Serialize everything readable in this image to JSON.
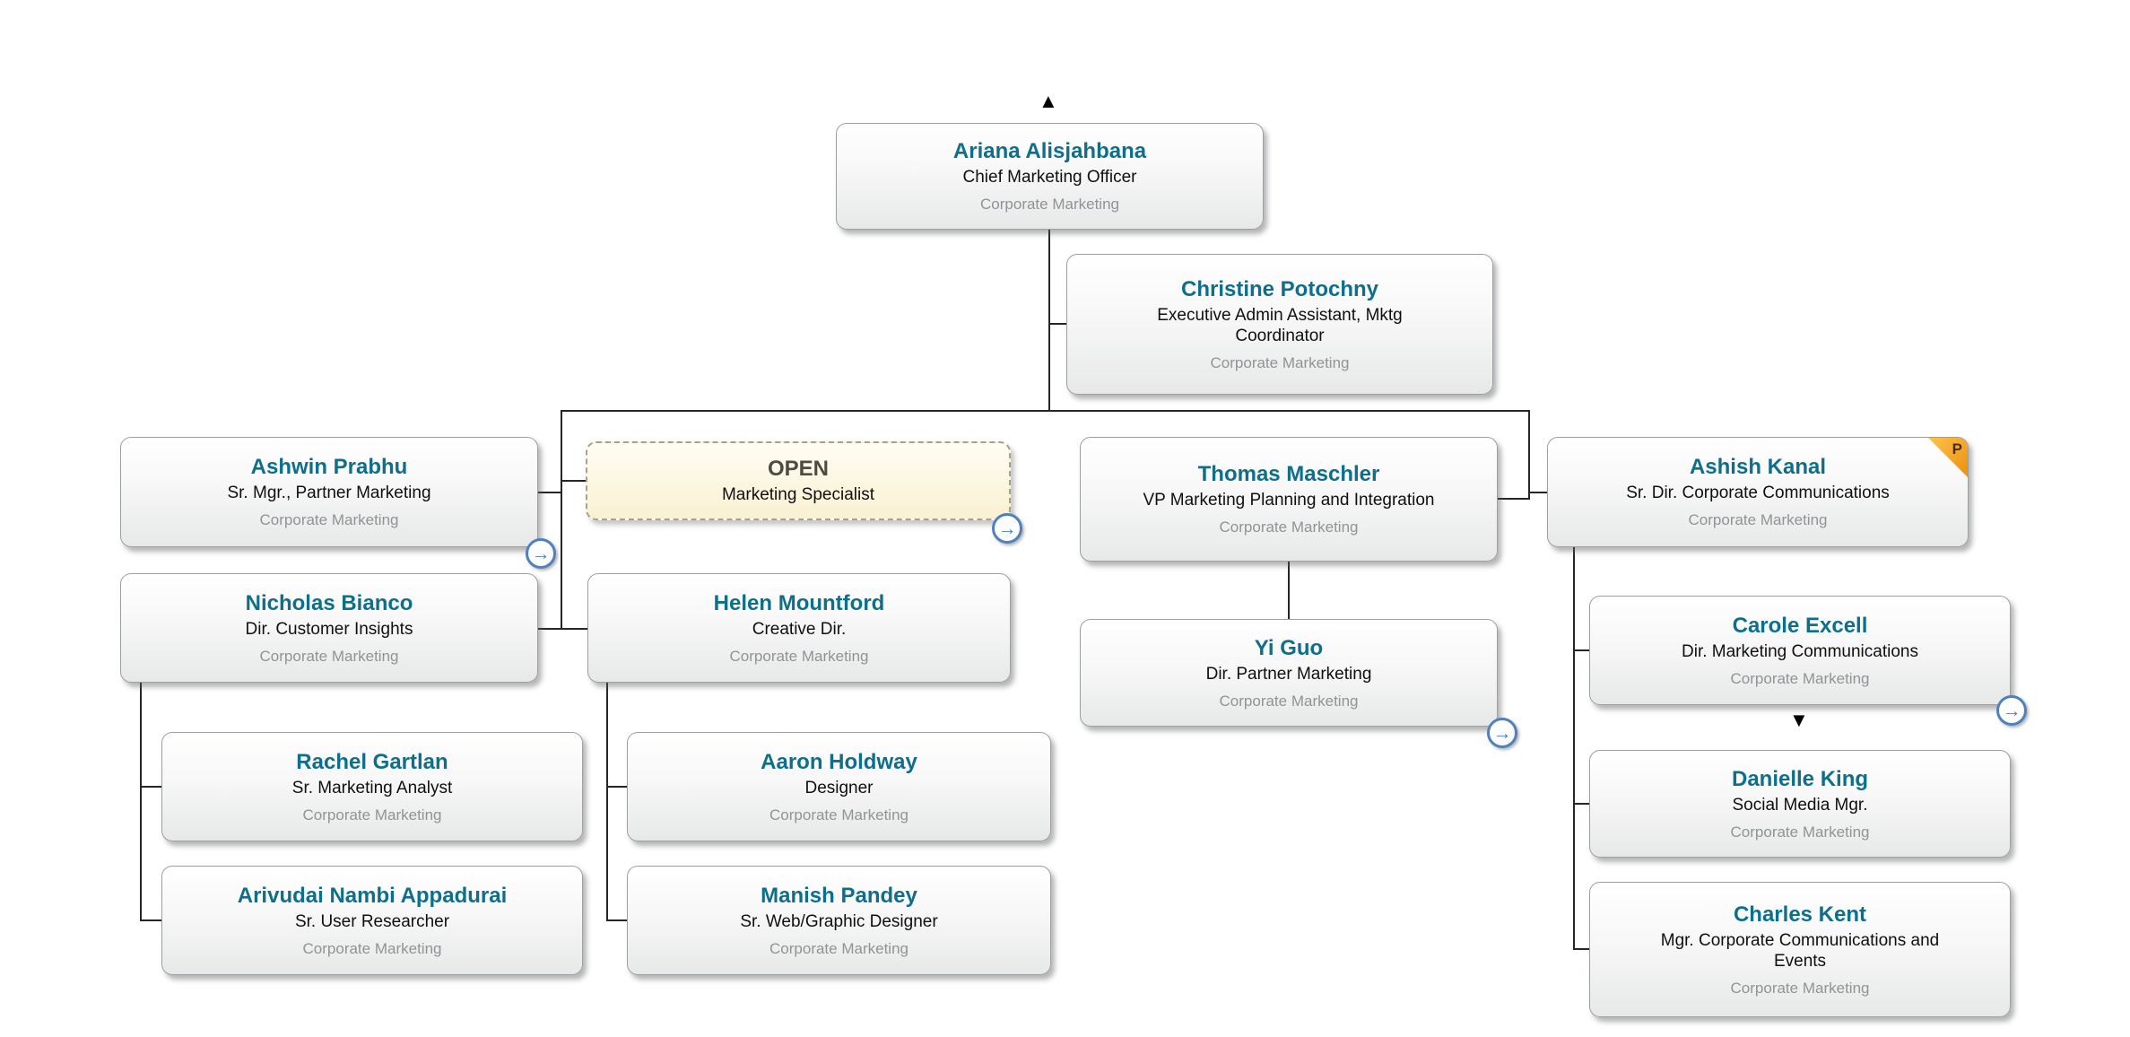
{
  "icons": {
    "expand_arrow": "→",
    "more_above": "▲",
    "more_below": "▼"
  },
  "badges": {
    "partner_flag": "P"
  },
  "nodes": {
    "ariana": {
      "name": "Ariana Alisjahbana",
      "title": "Chief Marketing Officer",
      "dept": "Corporate Marketing"
    },
    "christine": {
      "name": "Christine Potochny",
      "title": "Executive Admin Assistant, Mktg Coordinator",
      "dept": "Corporate Marketing"
    },
    "ashwin": {
      "name": "Ashwin Prabhu",
      "title": "Sr. Mgr., Partner Marketing",
      "dept": "Corporate Marketing"
    },
    "open": {
      "name": "OPEN",
      "title": "Marketing Specialist"
    },
    "thomas": {
      "name": "Thomas Maschler",
      "title": "VP Marketing Planning and Integration",
      "dept": "Corporate Marketing"
    },
    "ashish": {
      "name": "Ashish Kanal",
      "title": "Sr. Dir. Corporate Communications",
      "dept": "Corporate Marketing"
    },
    "nicholas": {
      "name": "Nicholas Bianco",
      "title": "Dir. Customer Insights",
      "dept": "Corporate Marketing"
    },
    "helen": {
      "name": "Helen Mountford",
      "title": "Creative Dir.",
      "dept": "Corporate Marketing"
    },
    "rachel": {
      "name": "Rachel Gartlan",
      "title": "Sr. Marketing Analyst",
      "dept": "Corporate Marketing"
    },
    "arivudai": {
      "name": "Arivudai Nambi Appadurai",
      "title": "Sr. User Researcher",
      "dept": "Corporate Marketing"
    },
    "aaron": {
      "name": "Aaron Holdway",
      "title": "Designer",
      "dept": "Corporate Marketing"
    },
    "manish": {
      "name": "Manish Pandey",
      "title": "Sr. Web/Graphic Designer",
      "dept": "Corporate Marketing"
    },
    "yiguo": {
      "name": "Yi Guo",
      "title": "Dir. Partner Marketing",
      "dept": "Corporate Marketing"
    },
    "carole": {
      "name": "Carole Excell",
      "title": "Dir. Marketing Communications",
      "dept": "Corporate Marketing"
    },
    "danielle": {
      "name": "Danielle King",
      "title": "Social Media Mgr.",
      "dept": "Corporate Marketing"
    },
    "charles": {
      "name": "Charles Kent",
      "title": "Mgr. Corporate Communications and Events",
      "dept": "Corporate Marketing"
    }
  }
}
